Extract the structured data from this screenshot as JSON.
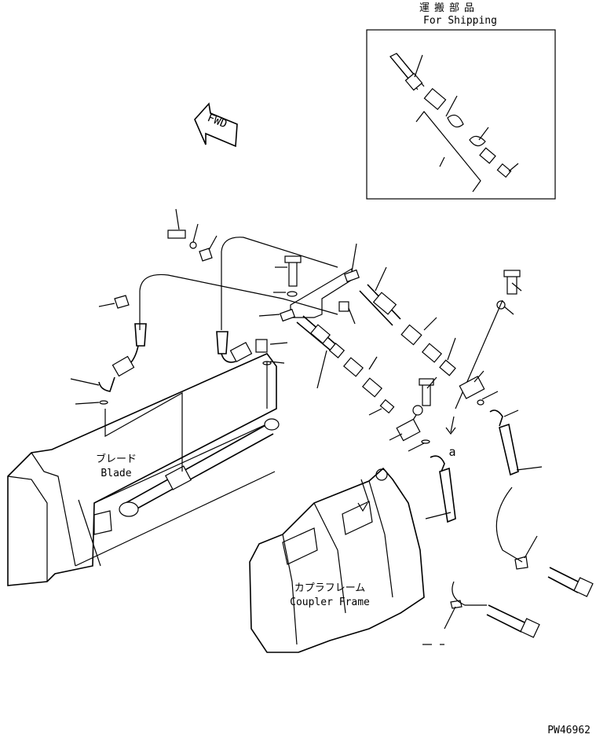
{
  "shipping_label_jp": "運搬部品",
  "shipping_label_en": "For Shipping",
  "fwd_label": "FWD",
  "blade_label_jp": "ブレード",
  "blade_label_en": "Blade",
  "coupler_label_jp": "カプラフレーム",
  "coupler_label_en": "Coupler Frame",
  "drawing_number": "PW46962",
  "annotation_a": "a"
}
